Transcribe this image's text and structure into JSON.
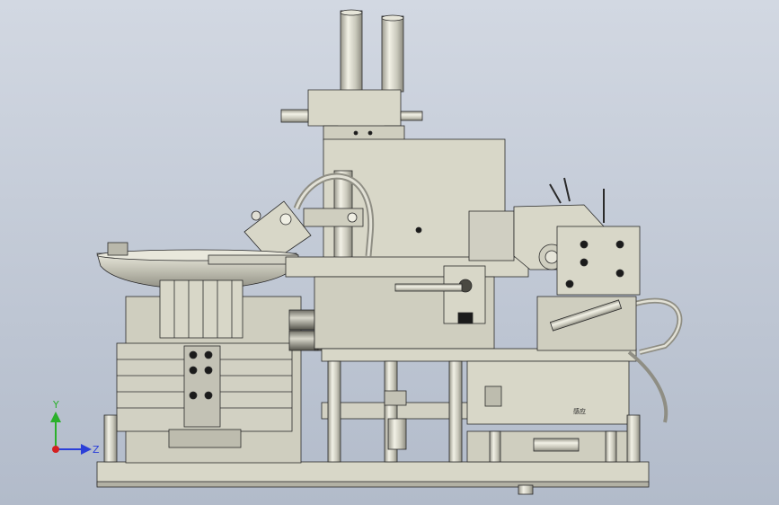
{
  "viewport": {
    "background_top": "#d2d8e2",
    "background_bottom": "#b2bbca",
    "part_color": "#d8d7c8",
    "part_dark": "#bdbcae",
    "edge_color": "#2a2a2a",
    "black_detail": "#1b1b1b"
  },
  "triad": {
    "y_label": "Y",
    "z_label": "Z",
    "y_color": "#2bb02b",
    "z_color": "#2b3fd8",
    "x_color": "#d42020"
  },
  "model": {
    "panel_marking": "感应"
  }
}
